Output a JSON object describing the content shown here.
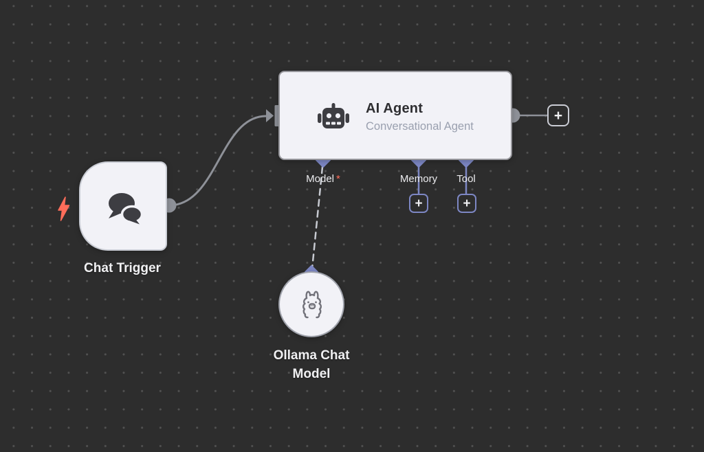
{
  "app": {
    "name": "workflow canvas"
  },
  "colors": {
    "canvas_background": "#2d2d2d",
    "dot_grid": "#515151",
    "node_fill": "#f2f2f7",
    "agent_border": "#97979c",
    "trigger_border": "#c9ccd4",
    "wire_gray": "#8e9198",
    "ai_port_purple": "#7d87c4",
    "dashed_wire": "#c7cad1",
    "accent_red": "#ff6d5a",
    "title_text": "#2e2e31",
    "subtitle_text": "#9aa0af",
    "label_text": "#f0f0f2"
  },
  "nodes": {
    "chat_trigger": {
      "label": "Chat Trigger",
      "icon": "chat-bubbles-icon"
    },
    "ai_agent": {
      "title": "AI Agent",
      "subtitle": "Conversational Agent",
      "icon": "robot-icon",
      "ports": [
        {
          "label": "Model",
          "required_marker": "*"
        },
        {
          "label": "Memory"
        },
        {
          "label": "Tool"
        }
      ]
    },
    "ollama_chat_model": {
      "label": "Ollama Chat Model",
      "icon": "llama-icon"
    }
  },
  "buttons": {
    "plus_label": "+"
  }
}
